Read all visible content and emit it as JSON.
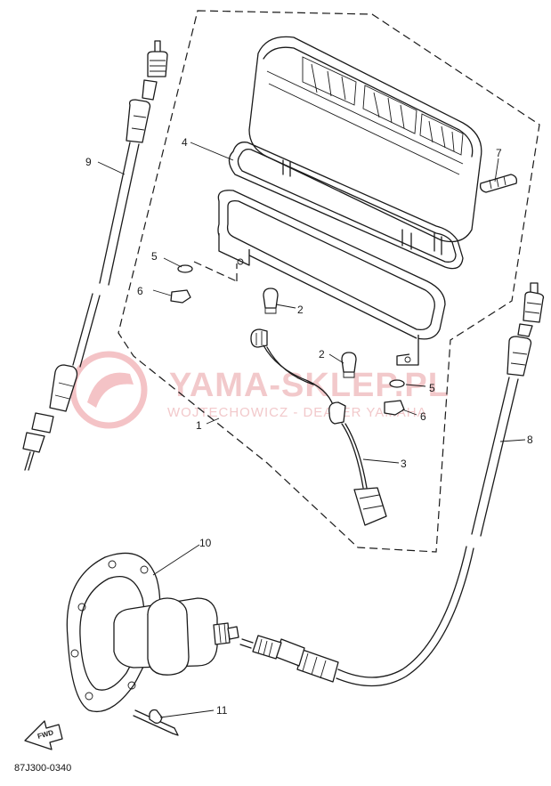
{
  "diagram_code": "87J300-0340",
  "watermark": {
    "title": "YAMA-SKLEP.PL",
    "subtitle": "WOJTECHOWICZ - DEALER YAMAHA"
  },
  "fwd_label": "FWD",
  "callouts": {
    "p1": "1",
    "p2a": "2",
    "p2b": "2",
    "p3": "3",
    "p4": "4",
    "p5a": "5",
    "p5b": "5",
    "p6a": "6",
    "p6b": "6",
    "p7": "7",
    "p8": "8",
    "p9": "9",
    "p10": "10",
    "p11": "11"
  }
}
